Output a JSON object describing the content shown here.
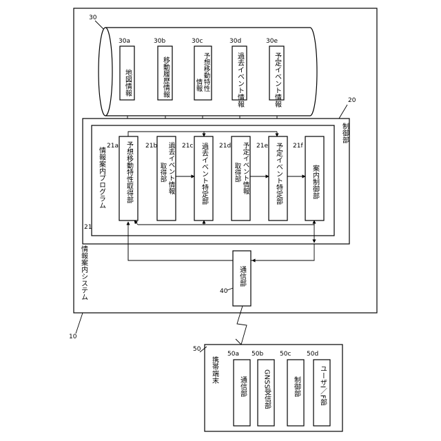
{
  "system": {
    "ref": "10",
    "label": "情報案内システム"
  },
  "database": {
    "ref": "30",
    "items": [
      {
        "ref": "30a",
        "label": "地図情報"
      },
      {
        "ref": "30b",
        "label": "移動履歴情報"
      },
      {
        "ref": "30c",
        "line1": "予想移動特性",
        "line2": "情報"
      },
      {
        "ref": "30d",
        "label": "過去イベント情報"
      },
      {
        "ref": "30e",
        "label": "予定イベント情報"
      }
    ]
  },
  "control": {
    "ref": "20",
    "label": "制御部"
  },
  "program": {
    "ref": "21",
    "label": "情報案内プログラム",
    "modules": [
      {
        "ref": "21a",
        "label": "予想移動特性取得部"
      },
      {
        "ref": "21b",
        "line1": "過去イベント情報",
        "line2": "取得部"
      },
      {
        "ref": "21c",
        "label": "過去イベント特定部"
      },
      {
        "ref": "21d",
        "line1": "予定イベント情報",
        "line2": "取得部"
      },
      {
        "ref": "21e",
        "label": "予定イベント特定部"
      },
      {
        "ref": "21f",
        "label": "案内制御部"
      }
    ]
  },
  "comm": {
    "ref": "40",
    "label": "通信部"
  },
  "terminal": {
    "ref": "50",
    "label": "携帯端末",
    "items": [
      {
        "ref": "50a",
        "label": "通信部"
      },
      {
        "ref": "50b",
        "label": "GNSS受信部"
      },
      {
        "ref": "50c",
        "label": "制御部"
      },
      {
        "ref": "50d",
        "label": "ユーザI／F部"
      }
    ]
  }
}
